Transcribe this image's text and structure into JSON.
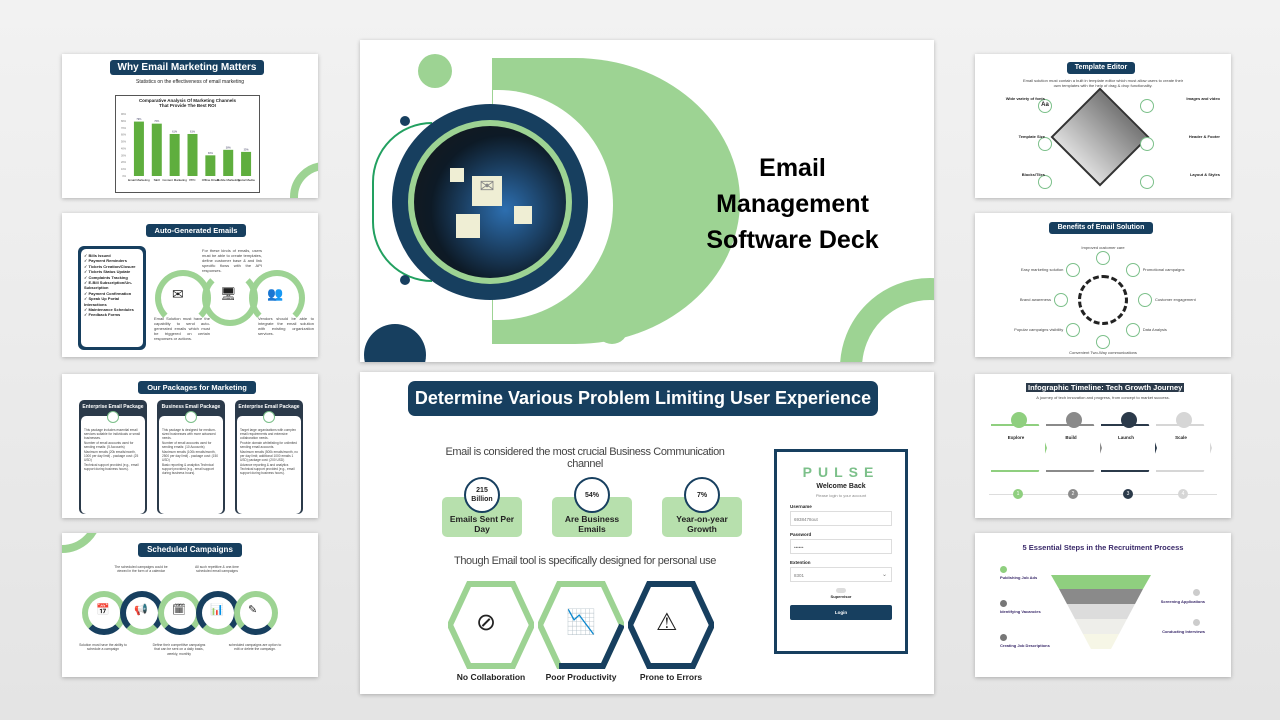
{
  "colors": {
    "navy": "#173f5f",
    "green": "#9dd393",
    "bar": "#5fae3e"
  },
  "slide1": {
    "title": "Why Email Marketing Matters",
    "subtitle": "Statistics on the effectiveness of email marketing"
  },
  "chart_data": {
    "type": "bar",
    "title": "Comparative Analysis Of Marketing Channels That Provide The Best ROI",
    "categories": [
      "Email Marketing",
      "SEO",
      "Content Marketing",
      "PPC",
      "Offline Direct",
      "Mobile Marketing",
      "Social Media"
    ],
    "values": [
      79,
      76,
      61,
      61,
      30,
      38,
      35
    ],
    "ylim": [
      0,
      90
    ],
    "yticks": [
      "0%",
      "10%",
      "20%",
      "30%",
      "40%",
      "50%",
      "60%",
      "70%",
      "80%",
      "90%"
    ],
    "data_labels": [
      "79%",
      "76%",
      "61%",
      "61%",
      "30%",
      "38%",
      "35%"
    ],
    "xlabel": "",
    "ylabel": ""
  },
  "slide2": {
    "title": "Auto-Generated Emails",
    "items": [
      "Bills Issued",
      "Payment Reminders",
      "Tickets Creation/Closure",
      "Tickets Status Update",
      "Complaints Tracking",
      "E-Bill Subscription/Un-Subscription",
      "Payment Confirmation",
      "Speak Up Portal Interactions",
      "Maintenance Schedules",
      "Feedback Forms"
    ],
    "text_top": "For these kinds of emails, users must be able to create templates, define customer base & and link specific flows with the API responses.",
    "text_left": "Email Solution must have the capability to send auto-generated emails which must be triggered on certain responses or actions.",
    "text_right": "Vendors should be able to integrate the email solution with existing organization services."
  },
  "slide3": {
    "title": "Our Packages for Marketing",
    "packages": [
      {
        "name": "Enterprise Email Package",
        "points": [
          "This package includes essential email services suitable for individuals or small businesses.",
          "Number of email accounts used for sending emails: (5 Accounts)",
          "Maximum emails (20k emails/month, 1000 per day limit) - package cost: (25 USD)",
          "Technical support provided (e.g., email support during business hours)."
        ]
      },
      {
        "name": "Business Email Package",
        "points": [
          "This package is designed for medium-sized businesses with more advanced needs.",
          "Number of email accounts used for sending emails: (10 Accounts)",
          "Maximum emails (100k emails/month, 2500 per day limit) - package cost: (150 USD)",
          "Basic reporting & analytics Technical support provided (e.g., email support during business hours)."
        ]
      },
      {
        "name": "Enterprise Email Package",
        "points": [
          "Target large organizations with complex email requirements and extensive collaboration needs.",
          "Provide domain whitelisting for unlimited sending email accounts.",
          "Maximum emails (500k emails/month, no per day limit; additional 1000 emails 1 USD) package cost: (200 USD)",
          "Advance reporting & and analytics Technical support provided (e.g., email support during business hours)."
        ]
      }
    ]
  },
  "slide4": {
    "title": "Scheduled Campaigns",
    "notes": [
      "Solution must have the ability to schedule a campaign",
      "The scheduled campaigns could be viewed in the form of a calendar",
      "Define their competitive campaigns that can be sent on a daily basis, weekly, monthly",
      "All such repetitive & one-time scheduled email campaigns",
      "scheduled campaigns are option to edit or delete the campaign."
    ]
  },
  "title_slide": {
    "title": "Email Management Software Deck"
  },
  "main": {
    "title": "Determine Various Problem Limiting User Experience",
    "line1": "Email is considered the most crucial Business Communication channel",
    "stats": [
      {
        "value": "215 Billion",
        "label": "Emails Sent Per Day"
      },
      {
        "value": "54%",
        "label": "Are Business Emails"
      },
      {
        "value": "7%",
        "label": "Year-on-year Growth"
      }
    ],
    "line2": "Though Email tool is specifically designed for personal use",
    "problems": [
      {
        "label": "No Collaboration",
        "icon": "no-collaboration-icon"
      },
      {
        "label": "Poor Productivity",
        "icon": "poor-productivity-icon"
      },
      {
        "label": "Prone to Errors",
        "icon": "error-document-icon"
      }
    ],
    "login": {
      "logo": "PULSE",
      "welcome": "Welcome Back",
      "sub": "Please login to your account",
      "username_label": "Username",
      "username_value": "6938478out",
      "password_label": "Password",
      "password_value": "••••••",
      "extension_label": "Extention",
      "extension_value": "8301",
      "toggle_label": "Supervisor",
      "login_button": "Login"
    }
  },
  "slide5": {
    "title": "Template Editor",
    "desc": "Email solution must contain a built in template editor which must allow users to create their own templates with the help of drag & drop functionality.",
    "features": [
      "Wide variety of fonts",
      "Template Size",
      "Blocks/Tiles",
      "Images and video",
      "Header & Footer",
      "Layout & Styles"
    ]
  },
  "slide6": {
    "title": "Benefits of Email Solution",
    "items": [
      "Improved customer care",
      "Promotional campaigns",
      "Customer engagement",
      "Data Analysis",
      "Convenient Two-Way communications",
      "Popular campaigns visibility",
      "Brand awareness",
      "Easy marketing solution"
    ]
  },
  "slide7": {
    "title": "Infographic Timeline: Tech Growth Journey",
    "subtitle": "A journey of tech innovation and progress, from concept to market success.",
    "steps": [
      {
        "name": "Explore",
        "num": "1"
      },
      {
        "name": "Build",
        "num": "2"
      },
      {
        "name": "Launch",
        "num": "3"
      },
      {
        "name": "Scale",
        "num": "4"
      }
    ]
  },
  "slide8": {
    "title": "5 Essential Steps in the Recruitment Process",
    "left": [
      "Publishing Job Ads",
      "Identifying Vacancies",
      "Creating Job Descriptions"
    ],
    "right": [
      "Screening Applications",
      "Conducting Interviews"
    ]
  }
}
